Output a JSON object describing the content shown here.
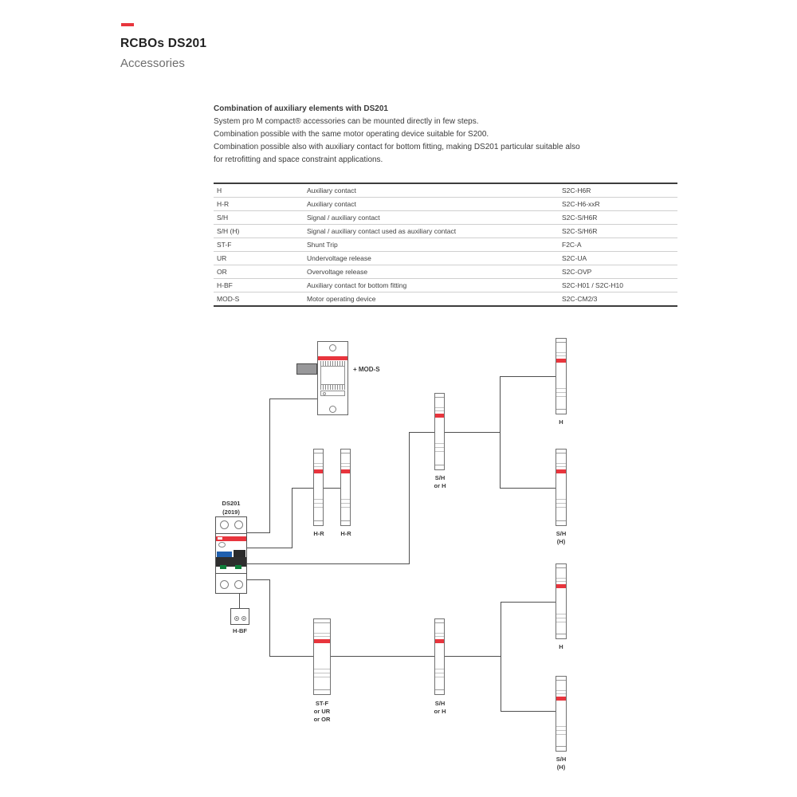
{
  "header": {
    "title": "RCBOs DS201",
    "subtitle": "Accessories"
  },
  "intro": {
    "heading": "Combination of auxiliary elements with DS201",
    "line1": "System pro M compact® accessories can be mounted directly in few steps.",
    "line2": "Combination possible with the same motor operating device suitable for S200.",
    "line3": "Combination possible also with auxiliary contact for bottom fitting, making DS201 particular suitable also",
    "line4": "for retrofitting and space constraint applications."
  },
  "table": {
    "rows": [
      {
        "code": "H",
        "description": "Auxiliary contact",
        "type": "S2C-H6R"
      },
      {
        "code": "H-R",
        "description": "Auxiliary contact",
        "type": "S2C-H6-xxR"
      },
      {
        "code": "S/H",
        "description": "Signal / auxiliary contact",
        "type": "S2C-S/H6R"
      },
      {
        "code": "S/H (H)",
        "description": "Signal / auxiliary contact used as auxiliary contact",
        "type": "S2C-S/H6R"
      },
      {
        "code": "ST-F",
        "description": "Shunt Trip",
        "type": "F2C-A"
      },
      {
        "code": "UR",
        "description": "Undervoltage release",
        "type": "S2C-UA"
      },
      {
        "code": "OR",
        "description": "Overvoltage release",
        "type": "S2C-OVP"
      },
      {
        "code": "H-BF",
        "description": "Auxiliary contact for bottom fitting",
        "type": "S2C-H01 / S2C-H10"
      },
      {
        "code": "MOD-S",
        "description": "Motor operating device",
        "type": "S2C-CM2/3"
      }
    ]
  },
  "diagram": {
    "device_label_line1": "DS201",
    "device_label_line2": "(2019)",
    "mod_s_label": "+ MOD-S",
    "h_bf_label": "H-BF",
    "modules": [
      {
        "line1": "H-R"
      },
      {
        "line1": "H-R"
      },
      {
        "line1": "S/H",
        "line2": "or H"
      },
      {
        "line1": "H"
      },
      {
        "line1": "S/H",
        "line2": "(H)"
      },
      {
        "line1": "ST-F",
        "line2": "or UR",
        "line3": "or OR"
      },
      {
        "line1": "S/H",
        "line2": "or H"
      },
      {
        "line1": "H"
      },
      {
        "line1": "S/H",
        "line2": "(H)"
      }
    ]
  },
  "colors": {
    "accent_red": "#e8353d",
    "wire_gray": "#4f4f4f",
    "text_dark": "#3a3a3a"
  }
}
